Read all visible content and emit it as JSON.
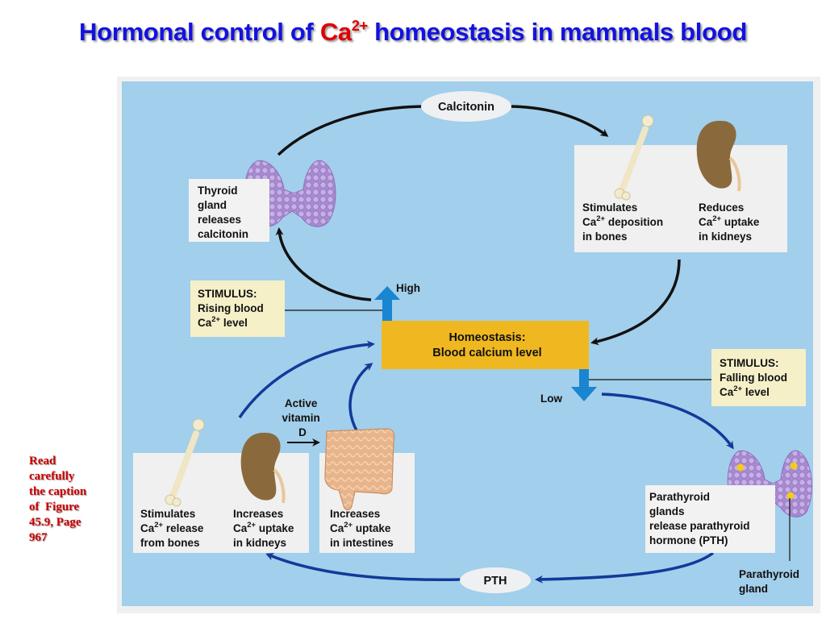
{
  "title": {
    "prefix": "Hormonal control of ",
    "ion": "Ca",
    "ion_charge": "2+",
    "suffix": " homeostasis in mammals blood",
    "colors": {
      "main": "#1212e0",
      "ion": "#e00000"
    }
  },
  "side_note": {
    "lines": [
      "Read",
      "carefully",
      "the caption",
      "of  Figure",
      "45.9, Page",
      "967"
    ],
    "color": "#cc0000"
  },
  "diagram": {
    "background": "#a2cfeb",
    "center": {
      "title": "Homeostasis:",
      "subtitle": "Blood calcium level",
      "color": "#f0b820"
    },
    "high_label": "High",
    "low_label": "Low",
    "stimulus_rising": {
      "lines": [
        "STIMULUS:",
        "Rising blood"
      ],
      "ion": "Ca",
      "charge": "2+",
      "tail": " level"
    },
    "stimulus_falling": {
      "lines": [
        "STIMULUS:",
        "Falling blood"
      ],
      "ion": "Ca",
      "charge": "2+",
      "tail": " level"
    },
    "hormone_calcitonin": "Calcitonin",
    "hormone_pth": "PTH",
    "thyroid_label": [
      "Thyroid",
      "gland",
      "releases",
      "calcitonin"
    ],
    "calcitonin_effects": [
      {
        "lines": [
          "Stimulates"
        ],
        "ion": "Ca",
        "charge": "2+",
        "tail": " deposition",
        "last": "in bones"
      },
      {
        "lines": [
          "Reduces"
        ],
        "ion": "Ca",
        "charge": "2+",
        "tail": " uptake",
        "last": "in kidneys"
      }
    ],
    "parathyroid_label": [
      "Parathyroid",
      "glands",
      "release parathyroid",
      "hormone (PTH)"
    ],
    "parathyroid_gland_label": [
      "Parathyroid",
      "gland"
    ],
    "vitamin_d_label": [
      "Active",
      "vitamin",
      "D"
    ],
    "pth_effects": [
      {
        "lines": [
          "Stimulates"
        ],
        "ion": "Ca",
        "charge": "2+",
        "tail": " release",
        "last": "from bones"
      },
      {
        "lines": [
          "Increases"
        ],
        "ion": "Ca",
        "charge": "2+",
        "tail": " uptake",
        "last": "in kidneys"
      },
      {
        "lines": [
          "Increases"
        ],
        "ion": "Ca",
        "charge": "2+",
        "tail": " uptake",
        "last": "in intestines"
      }
    ]
  }
}
